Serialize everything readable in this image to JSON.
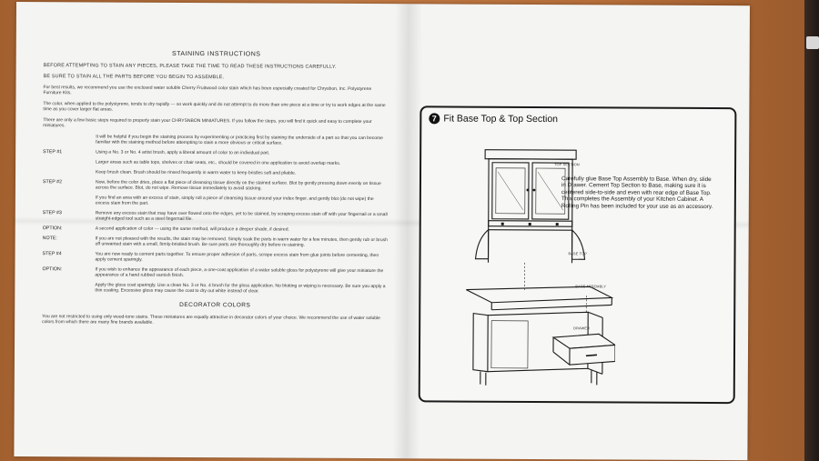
{
  "left": {
    "title": "STAINING INSTRUCTIONS",
    "intro_caps": "BEFORE ATTEMPTING TO STAIN ANY PIECES, PLEASE TAKE THE TIME TO READ THESE INSTRUCTIONS CAREFULLY.",
    "be_sure": "BE SURE TO STAIN ALL THE PARTS BEFORE YOU BEGIN TO ASSEMBLE.",
    "para1": "For best results, we recommend you use the enclosed water soluble Cherry Fruitwood color stain which has been especially created for Chrysbon, Inc. Polystyrene Furniture Kits.",
    "para2": "The color, when applied to the polystyrene, tends to dry rapidly — so work quickly and do not attempt to do more than one piece at a time or try to work edges at the same time as you cover larger flat areas.",
    "para3": "There are only a few basic steps required to properly stain your CHRYSNBON MINIATURES. If you follow the steps, you will find it quick and easy to complete your miniatures.",
    "para4": "It will be helpful if you begin the staining process by experimenting or practicing first by staining the underside of a part so that you can become familiar with the staining method before attempting to stain a more obvious or critical surface.",
    "step1_label": "STEP #1",
    "step1_text": "Using a No. 3 or No. 4 artist brush, apply a liberal amount of color to an individual part.",
    "step1_more": "Larger areas such as table tops, shelves or chair seats, etc., should be covered in one application to avoid overlap marks.",
    "step1_clean": "Keep brush clean.  Brush should be rinsed frequently in warm water to keep bristles soft and pliable.",
    "step2_label": "STEP #2",
    "step2_text": "Now, before the color dries, place a flat piece of cleansing tissue directly on the stained surface. Blot by gently pressing down evenly on tissue across the surface. Blot, do not wipe. Remove tissue immediately to avoid sticking.",
    "step2_more": "If you find an area with an excess of stain, simply roll a piece of cleansing tissue around your index finger, and gently blot (do not wipe) the excess stain from the part.",
    "step3_label": "STEP #3",
    "step3_text": "Remove any excess stain that may have over flowed onto the edges, yet to be stained, by scraping excess stain off with your fingernail or a small straight-edged tool such as a steel fingernail file.",
    "option1_label": "OPTION:",
    "option1_text": "A second application of color — using the same method, will produce a deeper shade, if desired.",
    "note_label": "NOTE:",
    "note_text": "If you are not pleased with the results, the stain may be removed. Simply soak the parts in warm water for a few minutes, then gently rub or brush off unwanted stain with a small, firmly-bristled brush. Be sure parts are thoroughly dry before re-staining.",
    "step4_label": "STEP #4",
    "step4_text": "You are now ready to cement parts together. To ensure proper adhesion of parts, scrape excess stain from glue joints before cementing, then apply cement sparingly.",
    "option2_label": "OPTION:",
    "option2_text": "If you wish to enhance the appearance of each piece, a one-coat application of a water soluble gloss for polystyrene will give your miniature the appearance of a hand rubbed varnish finish.",
    "gloss_text": "Apply the gloss coat sparingly. Use a clean No. 3 or No. 4 brush for the gloss application. No blotting or wiping is necessary. Be sure you apply a thin coating. Excessive gloss may cause the coat to dry out white instead of clear.",
    "decorator_title": "DECORATOR COLORS",
    "decorator_text": "You are not restricted to using only wood-tone stains. These miniatures are equally attractive in decorator colors of your choice. We recommend the use of water soluble colors from which there are many fine brands available."
  },
  "panel": {
    "step_number": "7",
    "heading": "Fit Base Top & Top Section",
    "body": "Carefully glue Base Top Assembly to Base. When dry, slide in Drawer. Cement Top Section to Base, making sure it is centered side-to-side and even with rear edge of Base Top. This completes the Assembly of your Kitchen Cabinet. A Rolling Pin has been included for your use as an accessory.",
    "label_top_section": "TOP SECTION",
    "label_base_top": "BASE TOP",
    "label_base_assembly": "BASE ASSEMBLY",
    "label_drawer": "DRAWER"
  }
}
